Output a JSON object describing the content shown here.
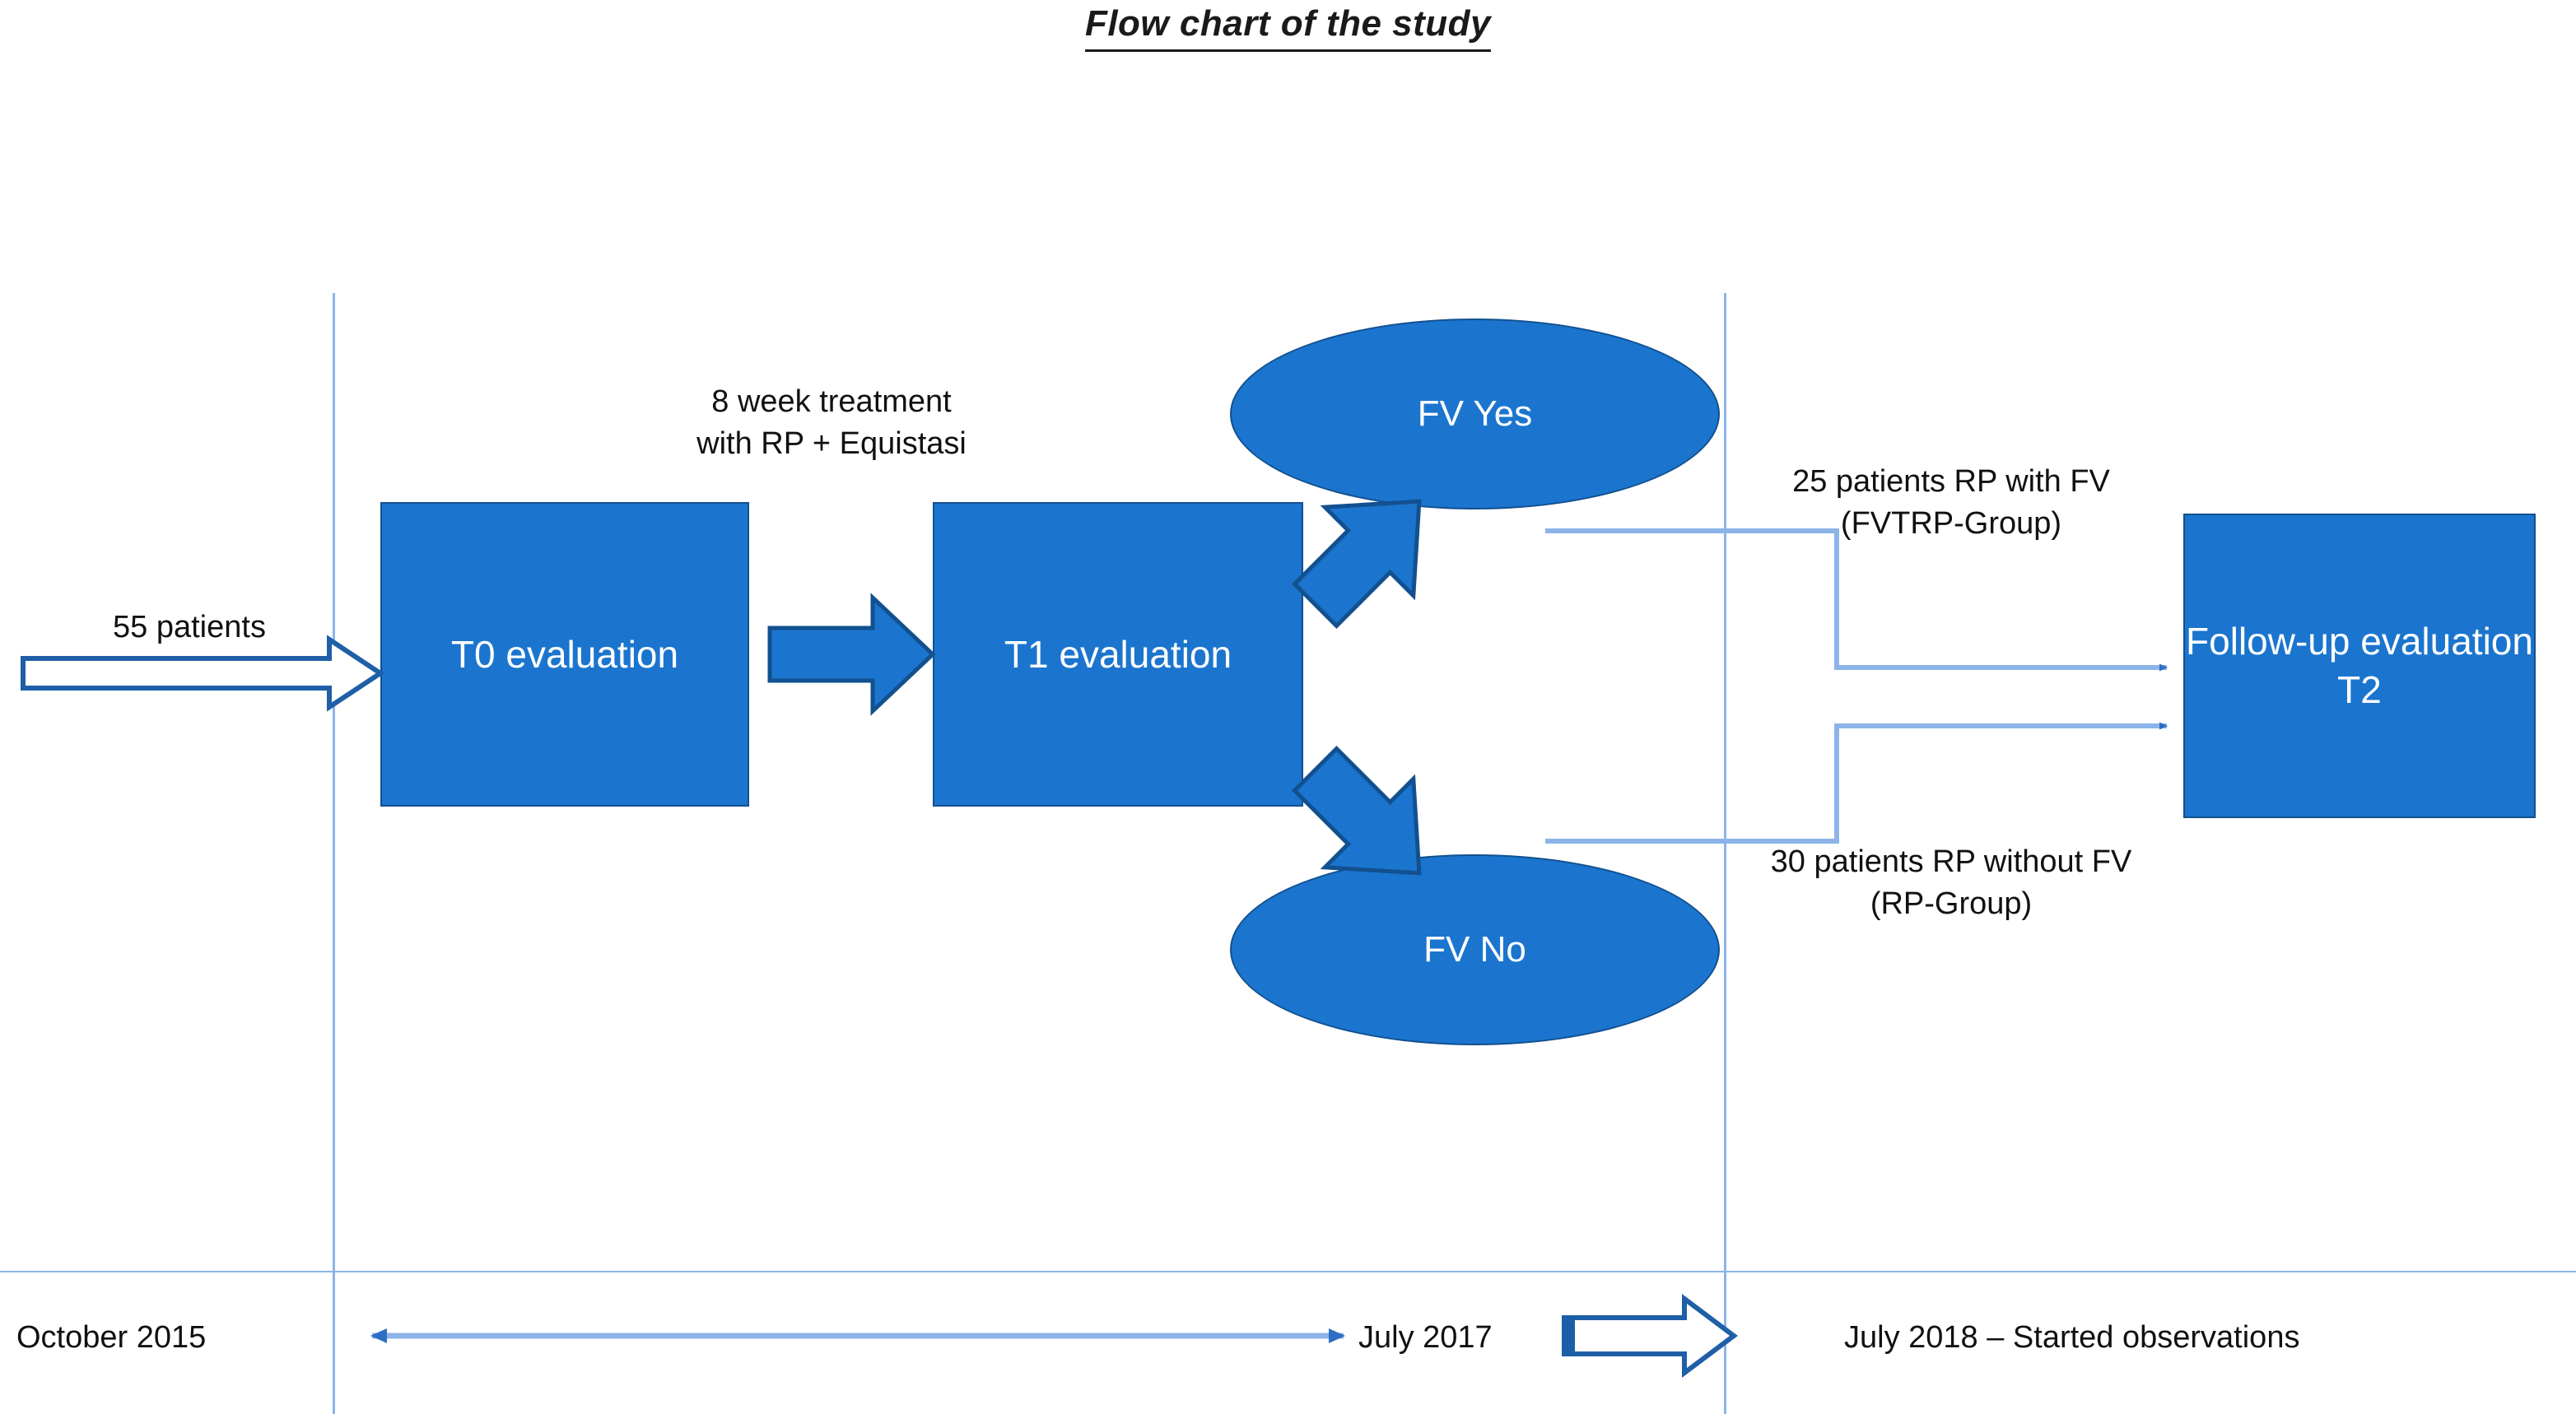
{
  "title": "Flow chart of the study",
  "colors": {
    "box_fill": "#1b75ce",
    "box_stroke": "#12508f",
    "guide_line": "#8cb4e8",
    "connector": "#8cb4e8",
    "arrow_solid": "#1b75ce",
    "arrow_hollow_fill": "#ffffff",
    "arrow_hollow_stroke": "#1f5fa8",
    "text": "#111111",
    "box_text": "#ffffff"
  },
  "intake": {
    "label": "55 patients"
  },
  "boxes": {
    "t0": "T0 evaluation",
    "t1": "T1 evaluation",
    "followup": "Follow-up\nevaluation\nT2"
  },
  "treatment_note": "8 week treatment\nwith RP + Equistasi",
  "outcomes": {
    "fv_yes": "FV Yes",
    "fv_no": "FV No"
  },
  "groups": {
    "fvtrp": "25 patients RP with FV\n(FVTRP-Group)",
    "rp": "30 patients RP without FV\n(RP-Group)"
  },
  "timeline": {
    "start": "October 2015",
    "mid": "July 2017",
    "end": "July 2018 – Started observations"
  }
}
